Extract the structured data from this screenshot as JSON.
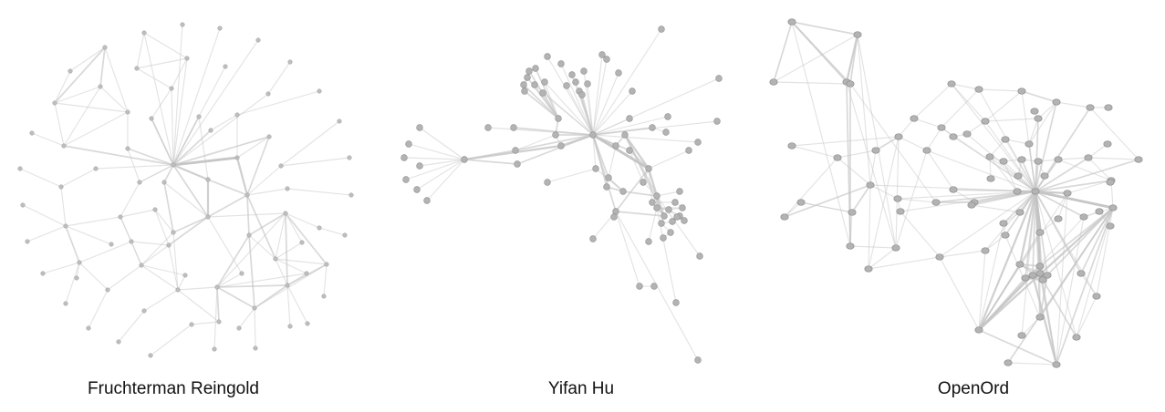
{
  "colors": {
    "edge": "#c4c4c4",
    "node_small": "#bdbdbd",
    "node_large": "#b3b3b3",
    "node_stroke": "#8f8f8f",
    "caption": "#111111"
  },
  "panels": [
    {
      "id": "fr",
      "caption": "Fruchterman Reingold"
    },
    {
      "id": "yh",
      "caption": "Yifan Hu"
    },
    {
      "id": "oo",
      "caption": "OpenOrd"
    }
  ]
}
